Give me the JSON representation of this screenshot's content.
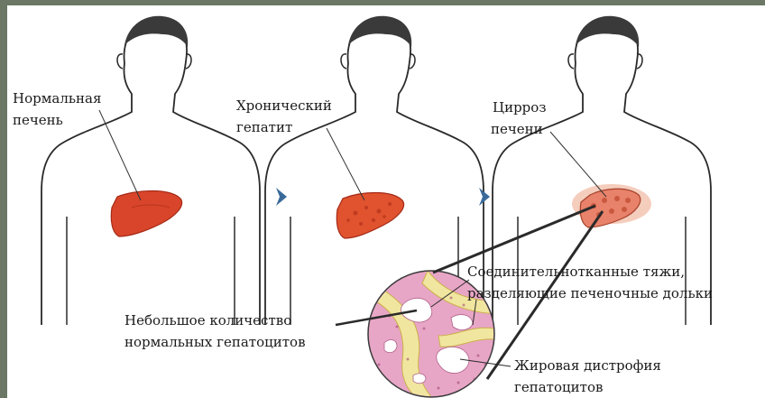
{
  "figures": [
    {
      "label_line1": "Нормальная",
      "label_line2": "печень"
    },
    {
      "label_line1": "Хронический",
      "label_line2": "гепатит"
    },
    {
      "label_line1": "Цирроз",
      "label_line2": "печени"
    }
  ],
  "annotations": {
    "septa_line1": "Соединительнотканные тяжи,",
    "septa_line2": "разделяющие печеночные дольки",
    "normal_hepatocytes_line1": "Небольшое количество",
    "normal_hepatocytes_line2": "нормальных гепатоцитов",
    "fatty_line1": "Жировая дистрофия",
    "fatty_line2": "гепатоцитов"
  },
  "colors": {
    "liver_normal": "#d9452a",
    "liver_chronic": "#e0532e",
    "liver_cirrhosis": "#e8826a",
    "arrow": "#3a6a9a",
    "tissue_pink": "#e8a6c6",
    "tissue_yellow": "#f1e6a0"
  },
  "icons": [
    "progression-arrow-icon",
    "progression-arrow-icon"
  ]
}
